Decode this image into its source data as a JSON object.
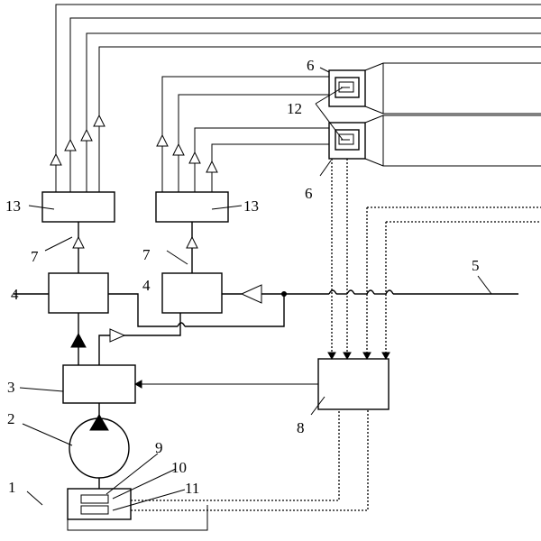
{
  "labels": {
    "l1": "1",
    "l2": "2",
    "l3": "3",
    "l4a": "4",
    "l4b": "4",
    "l5": "5",
    "l6a": "6",
    "l6b": "6",
    "l7a": "7",
    "l7b": "7",
    "l8": "8",
    "l9": "9",
    "l10": "10",
    "l11": "11",
    "l12": "12",
    "l13a": "13",
    "l13b": "13"
  },
  "colors": {
    "line": "#000000",
    "background": "#ffffff"
  }
}
